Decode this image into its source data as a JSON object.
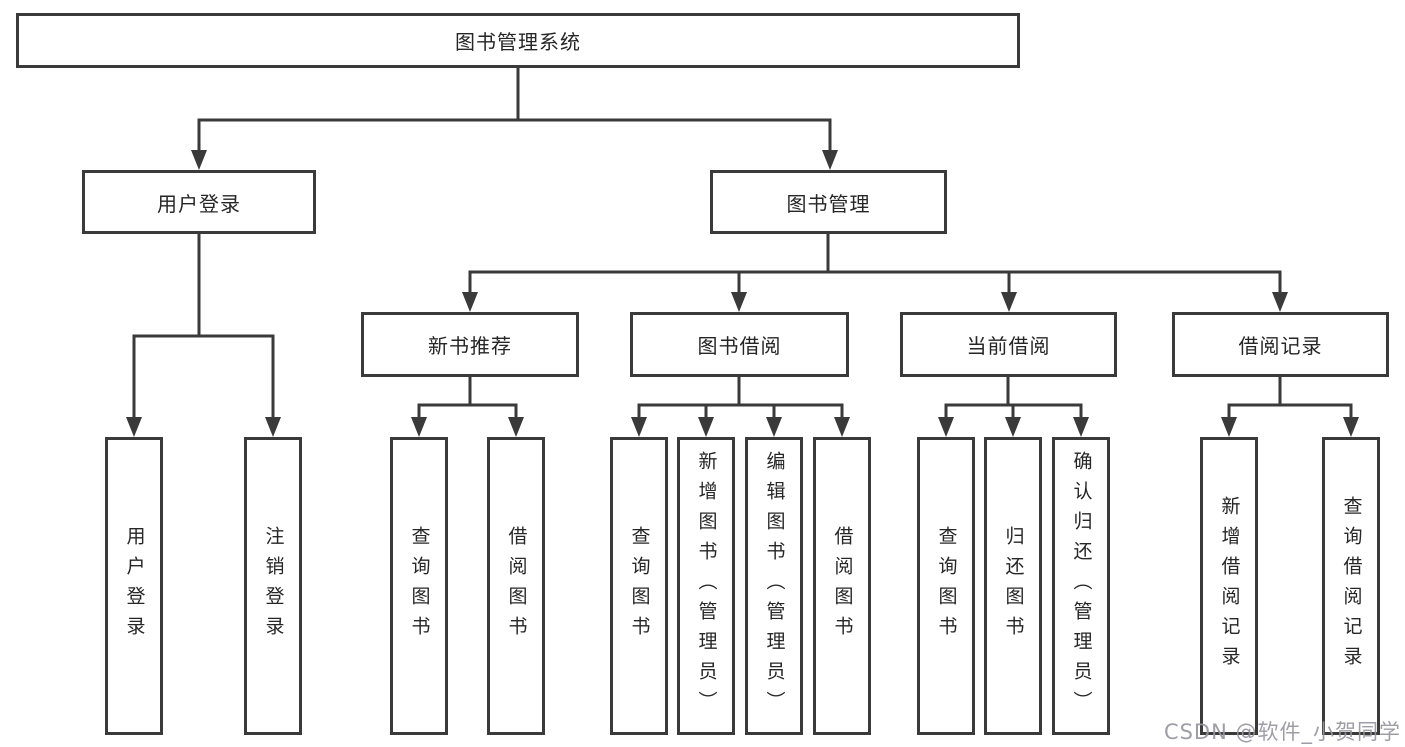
{
  "diagram": {
    "root": "图书管理系统",
    "level2": {
      "user_login": "用户登录",
      "book_mgmt": "图书管理"
    },
    "level3": {
      "new_book": "新书推荐",
      "borrow": "图书借阅",
      "current": "当前借阅",
      "records": "借阅记录"
    },
    "leaves": {
      "ul_login": "用户登录",
      "ul_logout": "注销登录",
      "nb_query": "查询图书",
      "nb_borrow": "借阅图书",
      "bb_query": "查询图书",
      "bb_add": "新增图书（管理员）",
      "bb_edit": "编辑图书（管理员）",
      "bb_borrow": "借阅图书",
      "cb_query": "查询图书",
      "cb_return": "归还图书",
      "cb_confirm": "确认归还（管理员）",
      "br_add": "新增借阅记录",
      "br_query": "查询借阅记录"
    }
  },
  "watermark": "CSDN @软件_小贺同学",
  "colors": {
    "line": "#3a3a3a",
    "text": "#262626",
    "watermark": "#9696a0",
    "background": "#ffffff"
  }
}
